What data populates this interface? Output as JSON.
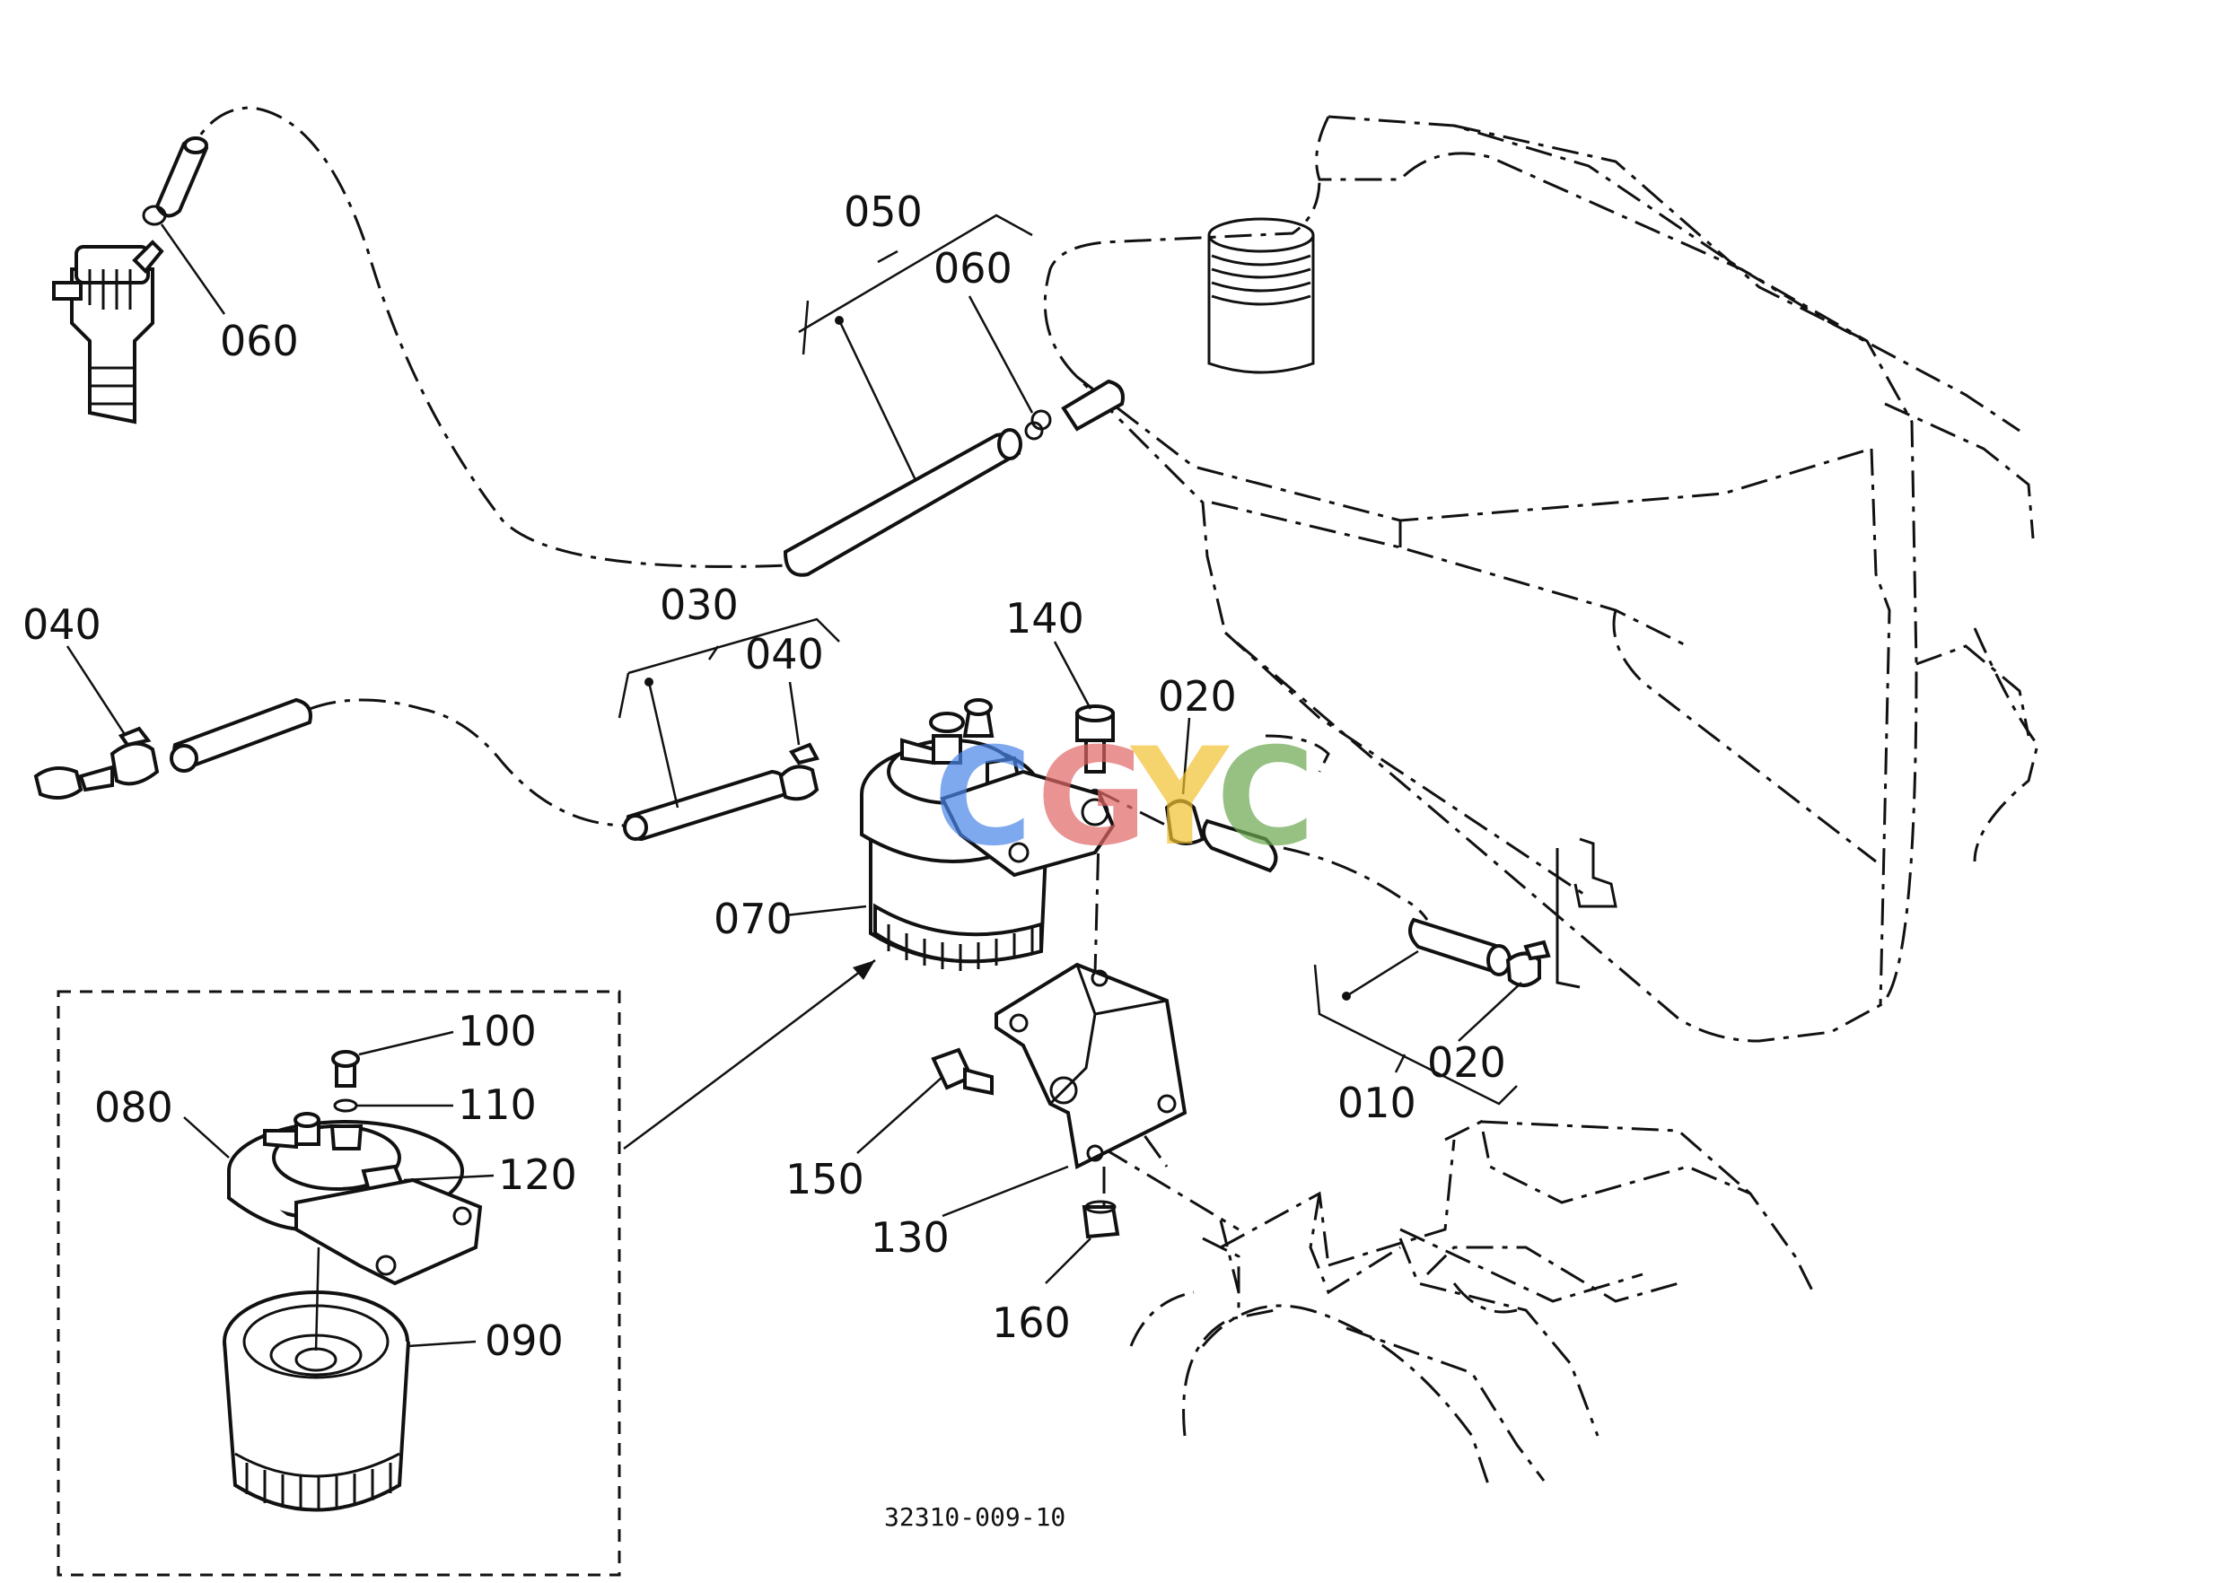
{
  "labels": {
    "p010": "010",
    "p020a": "020",
    "p020b": "020",
    "p030": "030",
    "p040a": "040",
    "p040b": "040",
    "p050": "050",
    "p060a": "060",
    "p060b": "060",
    "p070": "070",
    "p080": "080",
    "p090": "090",
    "p100": "100",
    "p110": "110",
    "p120": "120",
    "p130": "130",
    "p140": "140",
    "p150": "150",
    "p160": "160"
  },
  "diagram_code": "32310-009-10",
  "watermark": {
    "letters": [
      "C",
      "G",
      "Y",
      "C"
    ],
    "colors": [
      "#4a86e8",
      "#e06666",
      "#f1c232",
      "#6aa84f"
    ]
  }
}
